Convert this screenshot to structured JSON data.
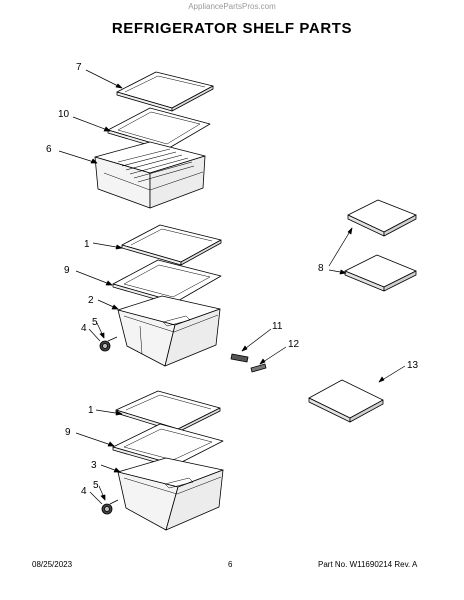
{
  "watermark": "AppliancePartsPros.com",
  "title": "REFRIGERATOR SHELF PARTS",
  "callouts": [
    {
      "id": "c7",
      "label": "7"
    },
    {
      "id": "c10",
      "label": "10"
    },
    {
      "id": "c6",
      "label": "6"
    },
    {
      "id": "c1a",
      "label": "1"
    },
    {
      "id": "c9a",
      "label": "9"
    },
    {
      "id": "c2",
      "label": "2"
    },
    {
      "id": "c5a",
      "label": "5"
    },
    {
      "id": "c4a",
      "label": "4"
    },
    {
      "id": "c11",
      "label": "11"
    },
    {
      "id": "c12",
      "label": "12"
    },
    {
      "id": "c8",
      "label": "8"
    },
    {
      "id": "c13",
      "label": "13"
    },
    {
      "id": "c1b",
      "label": "1"
    },
    {
      "id": "c9b",
      "label": "9"
    },
    {
      "id": "c3",
      "label": "3"
    },
    {
      "id": "c5b",
      "label": "5"
    },
    {
      "id": "c4b",
      "label": "4"
    }
  ],
  "footer": {
    "date": "08/25/2023",
    "page": "6",
    "part": "Part No. W11690214  Rev. A"
  }
}
